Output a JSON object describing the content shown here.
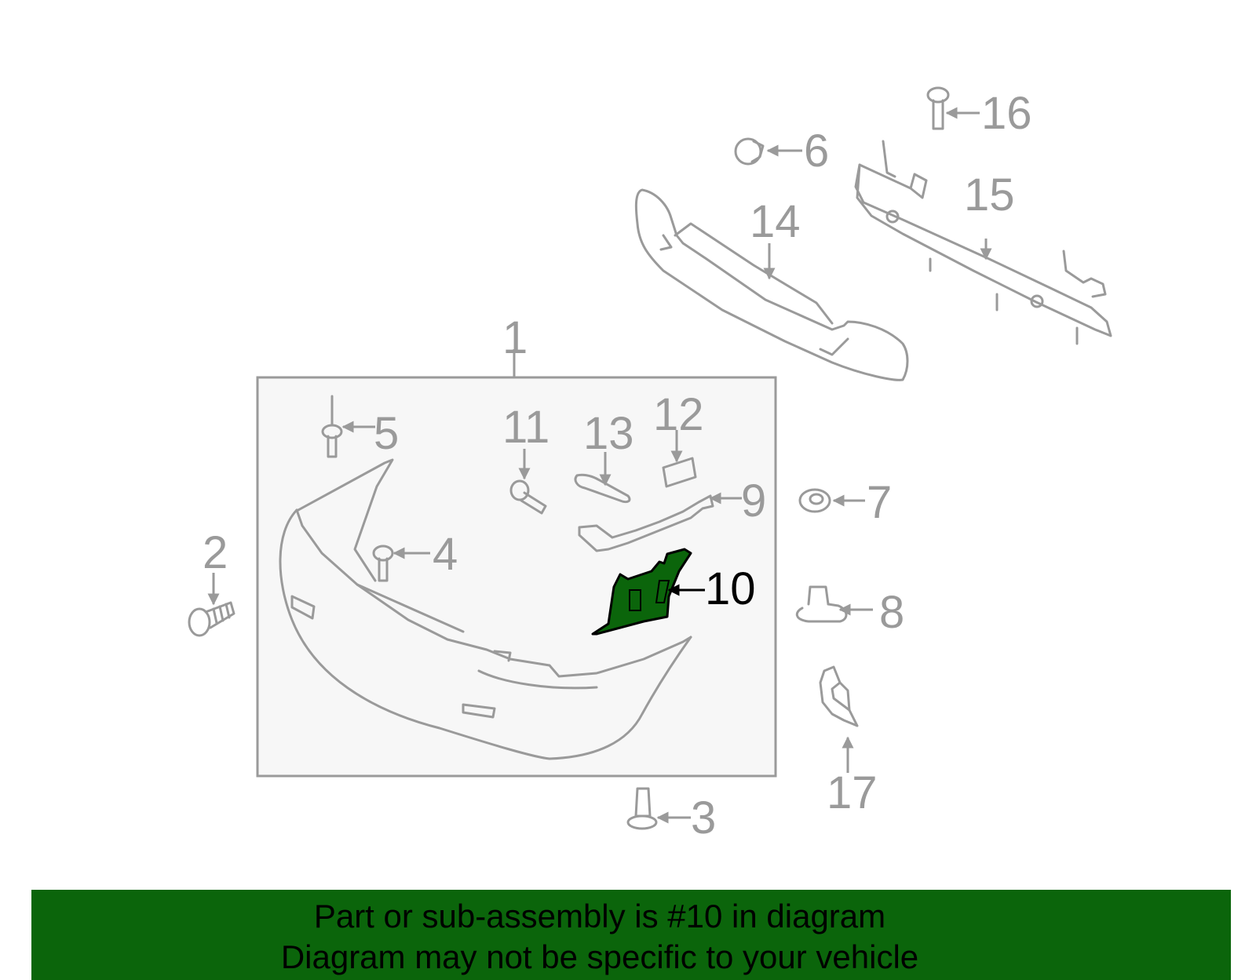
{
  "diagram": {
    "highlighted_part": "10",
    "colors": {
      "line": "#9a9a9a",
      "highlight_fill": "#0b650b",
      "highlight_label": "#000000",
      "inset_box": "#f7f7f7",
      "banner": "#0b650b"
    },
    "callouts": [
      "1",
      "2",
      "3",
      "4",
      "5",
      "6",
      "7",
      "8",
      "9",
      "10",
      "11",
      "12",
      "13",
      "14",
      "15",
      "16",
      "17"
    ]
  },
  "banner": {
    "line1": "Part or sub-assembly is #10 in diagram",
    "line2": "Diagram may not be specific to your vehicle"
  }
}
